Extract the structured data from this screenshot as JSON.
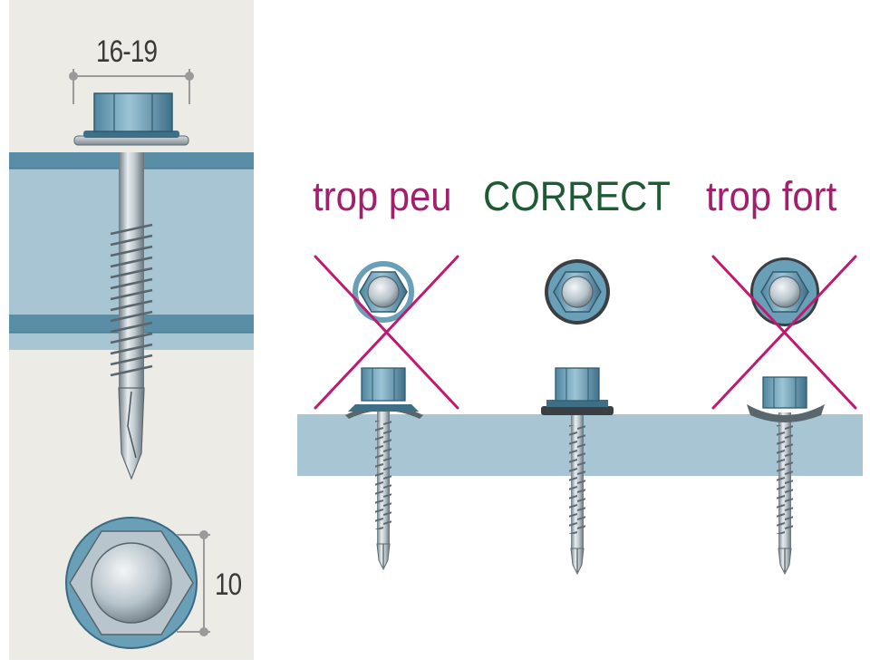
{
  "dimensions": {
    "head_width_label": "16-19",
    "head_height_label": "10"
  },
  "verdicts": {
    "too_little": "trop peu",
    "correct": "CORRECT",
    "too_much": "trop fort"
  },
  "colors": {
    "too_little": "#a31f6b",
    "correct": "#1e5a34",
    "too_much": "#a31f6b",
    "cross": "#c0196f",
    "panel_background": "#ecebe6",
    "sheet_metal": "#a7c5d3",
    "sheet_metal_edge": "#5a8ea7",
    "screw_head": "#6a9fb8"
  },
  "icons": {
    "reject_mark": "cross-mark-icon",
    "fastener": "self-drilling-screw-icon"
  }
}
